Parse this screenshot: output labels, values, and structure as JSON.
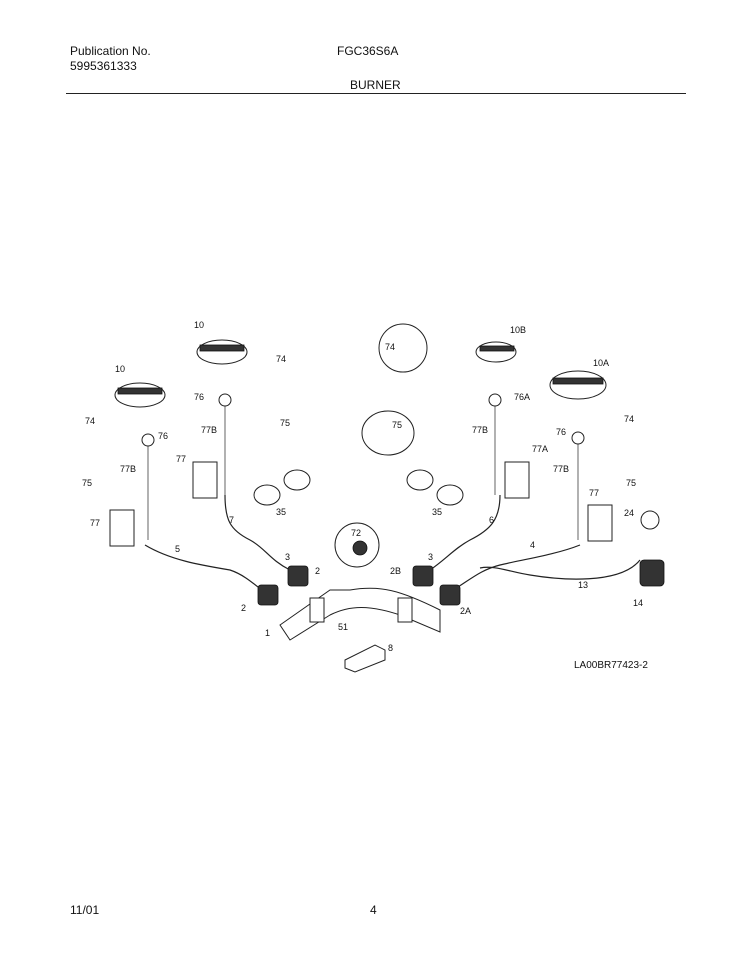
{
  "header": {
    "publication_label": "Publication No.",
    "publication_number": "5995361333",
    "model": "FGC36S6A",
    "section_title": "BURNER"
  },
  "footer": {
    "date": "11/01",
    "page": "4"
  },
  "diagram": {
    "drawing_id": "LA00BR77423-2",
    "callouts": [
      "10",
      "10",
      "74",
      "74",
      "74",
      "74",
      "76",
      "76",
      "76",
      "75",
      "75",
      "75",
      "75",
      "77B",
      "77B",
      "77B",
      "77B",
      "77",
      "77",
      "77",
      "77A",
      "10B",
      "76A",
      "10A",
      "7",
      "6",
      "5",
      "4",
      "13",
      "35",
      "35",
      "3",
      "3",
      "2",
      "2",
      "2B",
      "2A",
      "1",
      "72",
      "51",
      "8",
      "24",
      "14"
    ]
  }
}
